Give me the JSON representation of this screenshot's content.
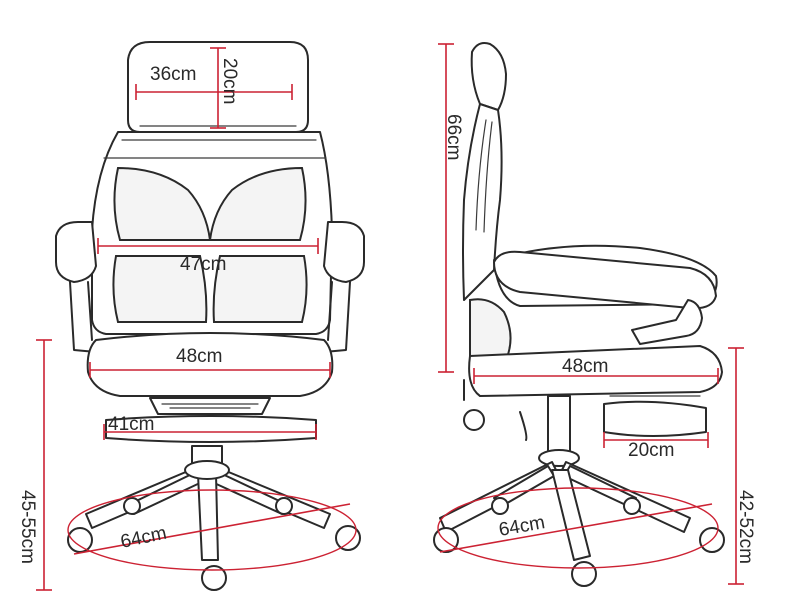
{
  "front_view": {
    "headrest_width": "36cm",
    "headrest_height": "20cm",
    "back_width": "47cm",
    "seat_width": "48cm",
    "seat_depth": "41cm",
    "base_diameter": "64cm",
    "seat_height_range": "45-55cm"
  },
  "side_view": {
    "back_height": "66cm",
    "seat_depth": "48cm",
    "footrest_width": "20cm",
    "base_diameter": "64cm",
    "seat_height_range": "42-52cm"
  },
  "colors": {
    "dimension_line": "#cc2233",
    "outline": "#2a2a2a"
  }
}
